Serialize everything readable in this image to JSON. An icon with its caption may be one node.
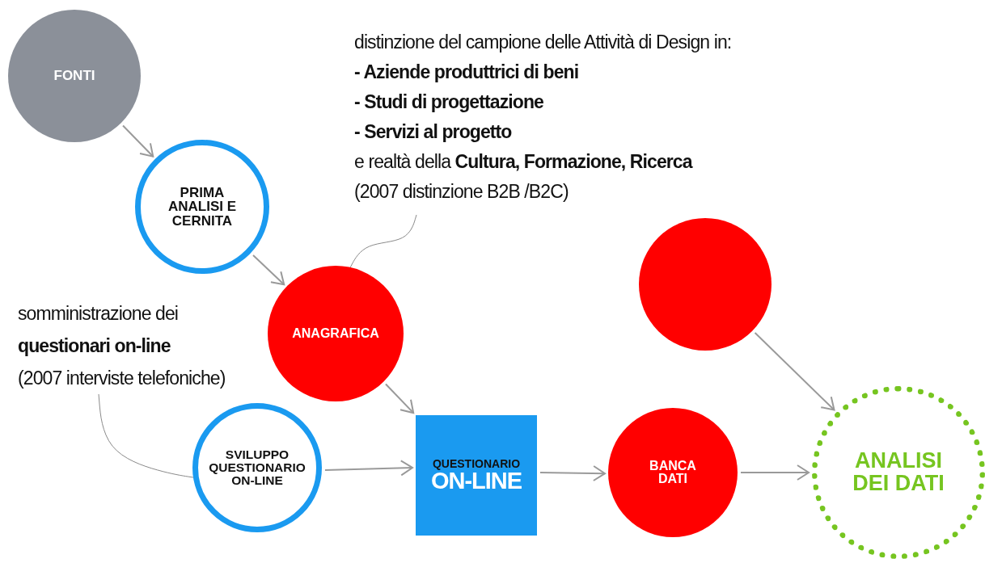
{
  "diagram": {
    "nodes": [
      {
        "text": [
          "FONTI"
        ]
      },
      {
        "text": [
          "distinzione del campione delle Attività di Design in:",
          "**- Aziende produttrici di beni**",
          "**- Studi di progettazione**",
          "**- Servizi al progetto**",
          "e realtà della **Cultura, Formazione, Ricerca**",
          "(2007 distinzione  B2B /B2C)"
        ]
      },
      {
        "text": [
          "PRIMA ANALISI E CERNITA"
        ]
      },
      {
        "text": [
          "ANAGRAFICA"
        ]
      },
      {
        "text": [],
        "shape": "circle"
      },
      {
        "text": [
          "somministrazione dei",
          "**questionari on-line**",
          "(2007 interviste telefoniche)"
        ]
      },
      {
        "text": [
          "SVILUPPO QUESTIONARIO ON-LINE"
        ]
      },
      {
        "text": [
          "QUESTIONARIO",
          "ON-LINE"
        ]
      },
      {
        "text": [
          "BANCA DATI"
        ]
      },
      {
        "text": [
          "ANALISI DEI DATI"
        ]
      }
    ],
    "edges": [
      {
        "from": 0,
        "to": 2,
        "arrow": "to"
      },
      {
        "from": 2,
        "to": 3,
        "arrow": "to"
      },
      {
        "from": 1,
        "to": 3,
        "arrow": "none"
      },
      {
        "from": 3,
        "to": 7,
        "arrow": "to"
      },
      {
        "from": 5,
        "to": 6,
        "arrow": "none"
      },
      {
        "from": 6,
        "to": 7,
        "arrow": "to"
      },
      {
        "from": 7,
        "to": 8,
        "arrow": "to"
      },
      {
        "from": 8,
        "to": 9,
        "arrow": "to"
      },
      {
        "from": 4,
        "to": 9,
        "arrow": "to"
      }
    ]
  }
}
